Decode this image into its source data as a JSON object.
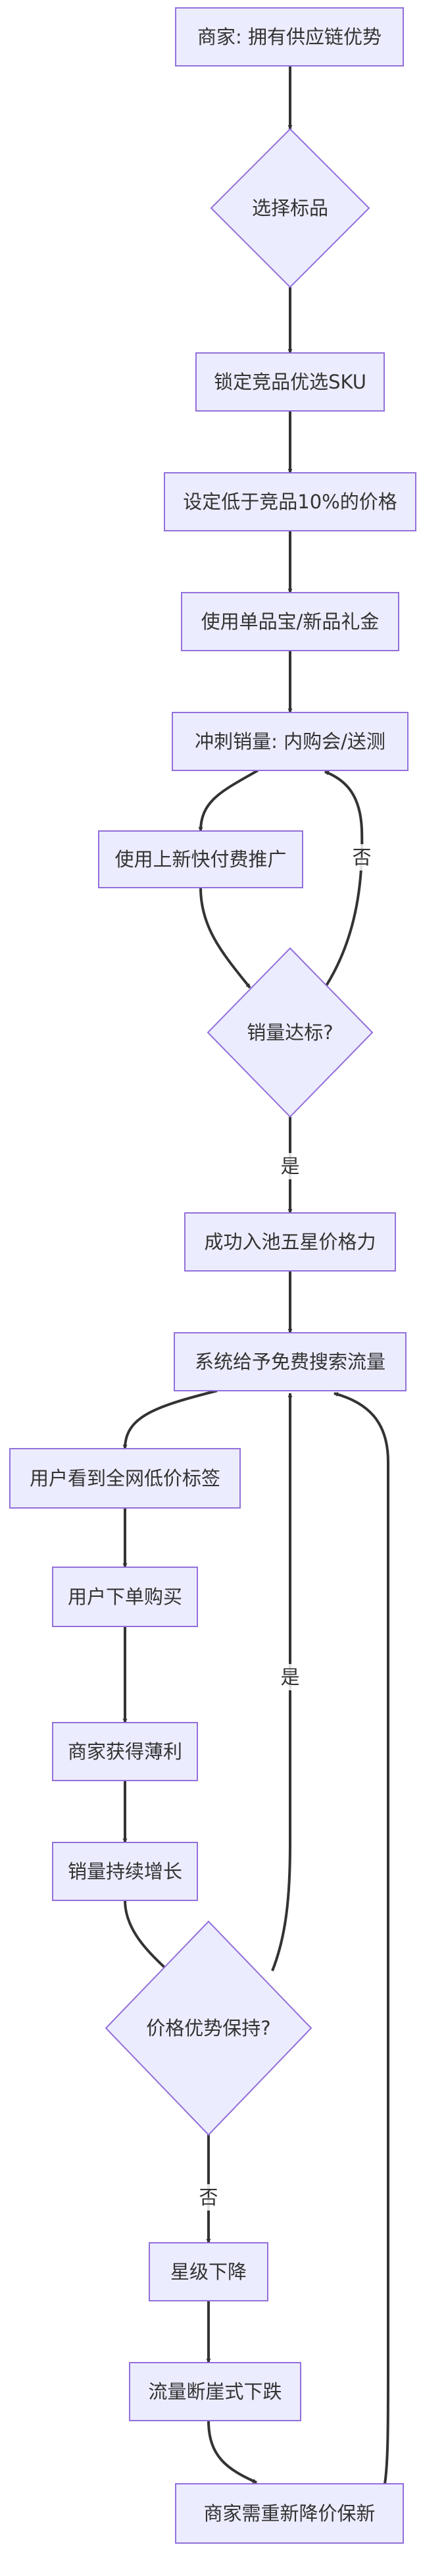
{
  "diagram": {
    "nodes": {
      "n1": "商家: 拥有供应链优势",
      "n2": "选择标品",
      "n3": "锁定竞品优选SKU",
      "n4": "设定低于竞品10%的价格",
      "n5": "使用单品宝/新品礼金",
      "n6": "冲刺销量: 内购会/送测",
      "n7": "使用上新快付费推广",
      "n8": "销量达标?",
      "n9": "成功入池五星价格力",
      "n10": "系统给予免费搜索流量",
      "n11": "用户看到全网低价标签",
      "n12": "用户下单购买",
      "n13": "商家获得薄利",
      "n14": "销量持续增长",
      "n15": "价格优势保持?",
      "n16": "星级下降",
      "n17": "流量断崖式下跌",
      "n18": "商家需重新降价保新"
    },
    "edge_labels": {
      "no_1": "否",
      "yes_1": "是",
      "yes_2": "是",
      "no_2": "否"
    }
  }
}
